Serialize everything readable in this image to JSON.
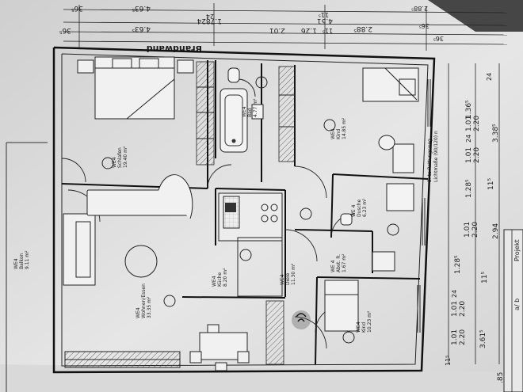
{
  "plan": {
    "top_dims": {
      "row1": [
        "36⁵",
        "4.63⁵",
        "2.88⁵"
      ],
      "row2": [
        "1.78",
        "24",
        "4.51"
      ],
      "row3": [
        "36⁵",
        "4.63⁵",
        "2.01",
        "1.26",
        "11⁵",
        "36⁵"
      ],
      "row4": [
        "24",
        "11⁵",
        "2.88⁵",
        "36⁵"
      ],
      "wall_label": "Brandwand"
    },
    "rooms": {
      "schlafen": {
        "unit": "WE4",
        "name": "Schlafen",
        "area": "19.40 m²"
      },
      "bad": {
        "unit": "WE4",
        "name": "Bad",
        "area": "4.77 m²"
      },
      "kind1": {
        "unit": "WE4",
        "name": "Kind",
        "area": "14.85 m²"
      },
      "dusche": {
        "unit": "WE 4",
        "name": "Dusche",
        "area": "6.23 m²"
      },
      "kueche": {
        "unit": "WE4",
        "name": "Küche",
        "area": "8.20 m²"
      },
      "diele": {
        "unit": "WE4",
        "name": "Diele",
        "area": "11.30 m²"
      },
      "abst": {
        "unit": "WE 4",
        "name": "Abst. R.",
        "area": "1.67 m²"
      },
      "wohnen": {
        "unit": "WE4",
        "name": "Wohnen/Essen",
        "area": "33.35 m²"
      },
      "kind2": {
        "unit": "WE4",
        "name": "Kind",
        "area": "10.23 m²"
      },
      "balkon": {
        "unit": "WE4",
        "name": "Balkon",
        "area": "9.11 m²"
      }
    },
    "escape": {
      "line1": "2. te Rettungsweg",
      "line2": "Lichtmaße (90/120) n"
    },
    "right_dims": {
      "top": [
        "24",
        "1.36⁵"
      ],
      "mid": [
        "1.01",
        "2.20",
        "24",
        "1.01",
        "2.20",
        "3.38⁵"
      ],
      "lower": [
        "1.28⁵",
        "11⁵"
      ],
      "window2": [
        "1.01",
        "2.20",
        "2.94"
      ],
      "window3": [
        "1.28⁵",
        "11⁵"
      ],
      "bottom": [
        "1.01",
        "2.20",
        "24",
        "1.01",
        "2.20",
        "3.61⁵",
        "11⁵"
      ],
      "edge": [
        ".85"
      ]
    },
    "sheet_labels": [
      "Projekt"
    ],
    "sheet_marks": [
      "a/ b"
    ]
  }
}
